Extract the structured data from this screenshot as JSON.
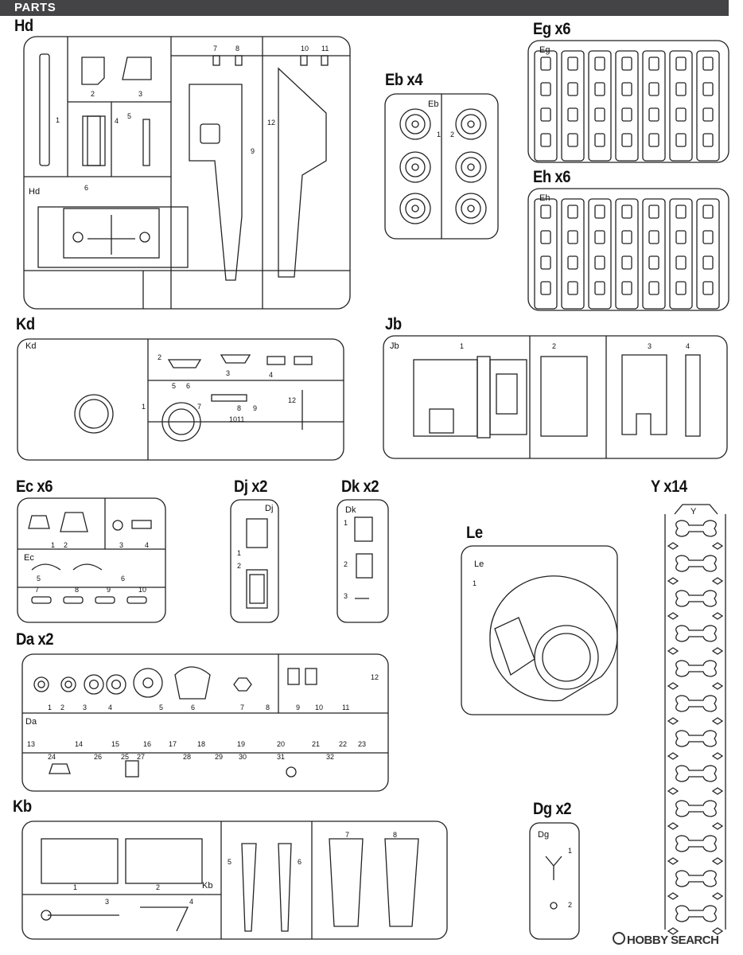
{
  "header": {
    "title": "PARTS"
  },
  "sprues": [
    {
      "id": "hd",
      "label": "Hd",
      "tag": "Hd"
    },
    {
      "id": "eb",
      "label": "Eb x4",
      "tag": "Eb"
    },
    {
      "id": "eg",
      "label": "Eg x6",
      "tag": "Eg"
    },
    {
      "id": "eh",
      "label": "Eh x6",
      "tag": "Eh"
    },
    {
      "id": "kd",
      "label": "Kd",
      "tag": "Kd"
    },
    {
      "id": "jb",
      "label": "Jb",
      "tag": "Jb"
    },
    {
      "id": "ec",
      "label": "Ec x6",
      "tag": "Ec"
    },
    {
      "id": "dj",
      "label": "Dj x2",
      "tag": "Dj"
    },
    {
      "id": "dk",
      "label": "Dk x2",
      "tag": "Dk"
    },
    {
      "id": "y",
      "label": "Y x14",
      "tag": "Y"
    },
    {
      "id": "le",
      "label": "Le",
      "tag": "Le"
    },
    {
      "id": "da",
      "label": "Da x2",
      "tag": "Da"
    },
    {
      "id": "kb",
      "label": "Kb",
      "tag": "Kb"
    },
    {
      "id": "dg",
      "label": "Dg x2",
      "tag": "Dg"
    }
  ],
  "part_numbers": {
    "hd": [
      "1",
      "2",
      "3",
      "4",
      "5",
      "6",
      "7",
      "8",
      "9",
      "10",
      "11",
      "12"
    ],
    "eb": [
      "1",
      "2"
    ],
    "kd": [
      "1",
      "2",
      "3",
      "4",
      "5",
      "6",
      "7",
      "8",
      "9",
      "10",
      "11",
      "12"
    ],
    "jb": [
      "1",
      "2",
      "3",
      "4"
    ],
    "ec": [
      "1",
      "2",
      "3",
      "4",
      "5",
      "6",
      "7",
      "8",
      "9",
      "10"
    ],
    "dj": [
      "1",
      "2"
    ],
    "dk": [
      "1",
      "2",
      "3"
    ],
    "le": [
      "1"
    ],
    "da": [
      "1",
      "2",
      "3",
      "4",
      "5",
      "6",
      "7",
      "8",
      "9",
      "10",
      "11",
      "12",
      "13",
      "14",
      "15",
      "16",
      "17",
      "18",
      "19",
      "20",
      "21",
      "22",
      "23",
      "24",
      "25",
      "26",
      "27",
      "28",
      "29",
      "30",
      "31",
      "32"
    ],
    "kb": [
      "1",
      "2",
      "3",
      "4",
      "5",
      "6",
      "7",
      "8"
    ],
    "dg": [
      "1",
      "2"
    ]
  },
  "watermark": "HOBBY SEARCH"
}
